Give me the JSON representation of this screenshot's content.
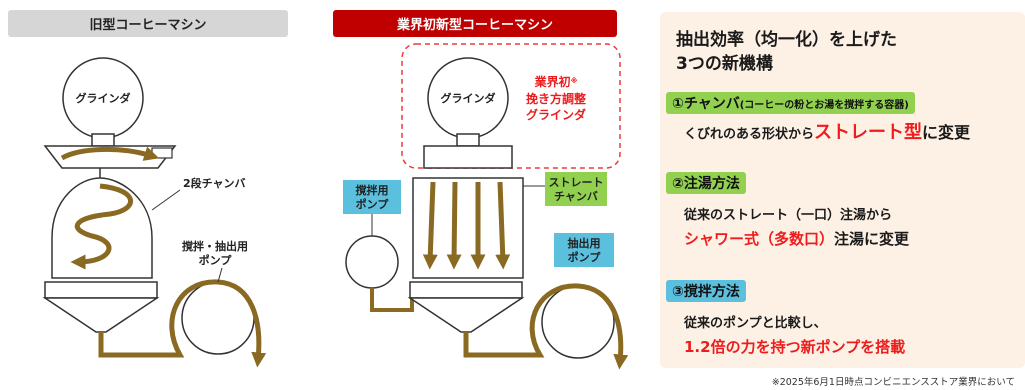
{
  "headers": {
    "old": "旧型コーヒーマシン",
    "new": "業界初新型コーヒーマシン"
  },
  "old_machine": {
    "grinder": "グラインダ",
    "chamber": "2段チャンバ",
    "pump_line1": "撹拌・抽出用",
    "pump_line2": "ポンプ"
  },
  "new_machine": {
    "grinder": "グラインダ",
    "grinder_note_line1": "業界初",
    "grinder_note_mark": "※",
    "grinder_note_line2": "挽き方調整",
    "grinder_note_line3": "グラインダ",
    "stir_pump_line1": "撹拌用",
    "stir_pump_line2": "ポンプ",
    "straight_line1": "ストレート",
    "straight_line2": "チャンバ",
    "extract_pump_line1": "抽出用",
    "extract_pump_line2": "ポンプ"
  },
  "panel": {
    "title_line1": "抽出効率（均一化）を上げた",
    "title_line2": "3つの新機構",
    "item1_tag": "①チャンバ",
    "item1_tag_note": "(コーヒーの粉とお湯を撹拌する容器)",
    "item1_text_pre": "くびれのある形状から",
    "item1_text_red": "ストレート型",
    "item1_text_post": "に変更",
    "item2_tag": "②注湯方法",
    "item2_line1": "従来のストレート（一口）注湯から",
    "item2_line2_red": "シャワー式（多数口）",
    "item2_line2_post": "注湯に変更",
    "item3_tag": "③撹拌方法",
    "item3_line1": "従来のポンプと比較し、",
    "item3_line2_red": "1.2倍の力を持つ新ポンプを搭載"
  },
  "footnote": "※2025年6月1日時点コンビニエンスストア業界において",
  "colors": {
    "brown": "#8a6a22",
    "red_header": "#c00000",
    "green_tag": "#92d050",
    "blue_tag": "#5bc0de",
    "panel_bg": "#fdf0e4"
  }
}
